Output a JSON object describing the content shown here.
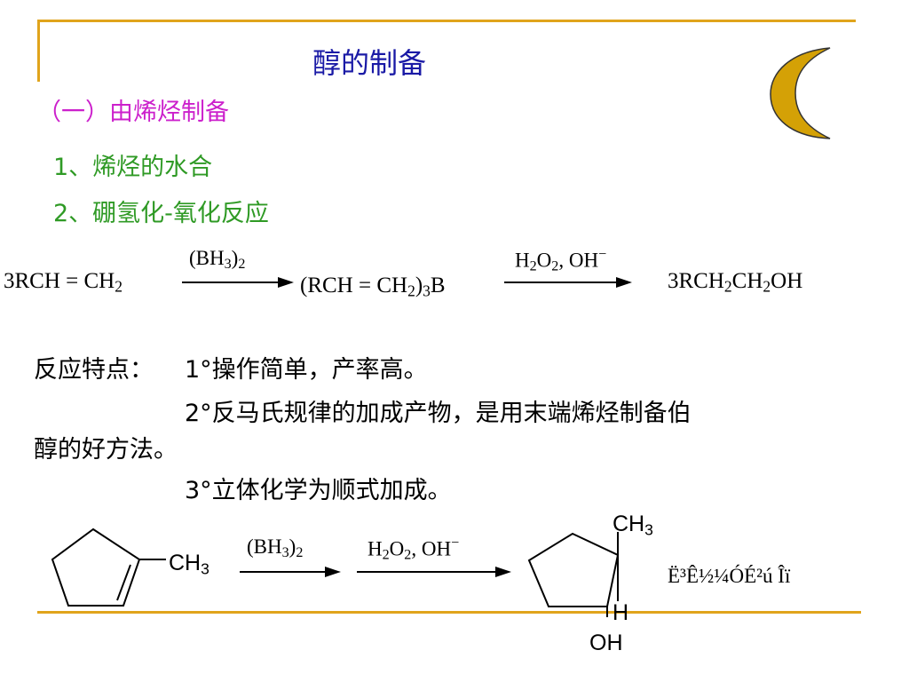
{
  "slide": {
    "title": "醇的制备",
    "section": "（一）由烯烃制备",
    "items": [
      "1、烯烃的水合",
      "2、硼氢化-氧化反应"
    ],
    "features_label": "反应特点：",
    "features": [
      "1°操作简单，产率高。",
      "2°反马氏规律的加成产物，是用末端烯烃制备伯",
      "醇的好方法。",
      "3°立体化学为顺式加成。"
    ],
    "decoration": "crescent-moon-icon",
    "colors": {
      "title": "#1a1aa6",
      "section": "#cc20cc",
      "items": "#2f9a25",
      "rule": "#e0a41c"
    }
  },
  "equation1": {
    "reactant": {
      "coef": "3RCH = CH",
      "sub": "2"
    },
    "reagent1": {
      "a": "(BH",
      "b": "3",
      "c": ")",
      "d": "2"
    },
    "intermediate": {
      "a": "(RCH = CH",
      "b": "2",
      "c": ")",
      "d": "3",
      "e": "B"
    },
    "reagent2": {
      "a": "H",
      "b": "2",
      "c": "O",
      "d": "2",
      "e": ", OH",
      "f": "−"
    },
    "product": {
      "a": "3RCH",
      "b": "2",
      "c": "CH",
      "d": "2",
      "e": "OH"
    }
  },
  "equation2": {
    "substituent": {
      "a": "CH",
      "b": "3"
    },
    "reagent1": {
      "a": "(BH",
      "b": "3",
      "c": ")",
      "d": "2"
    },
    "reagent2": {
      "a": "H",
      "b": "2",
      "c": "O",
      "d": "2",
      "e": ", OH",
      "f": "−"
    },
    "product_methyl": {
      "a": "CH",
      "b": "3"
    },
    "product_h": "H",
    "product_oh": "OH",
    "garbled_label": "Ë³Ê½¼ÓÉ²ú Îï"
  }
}
